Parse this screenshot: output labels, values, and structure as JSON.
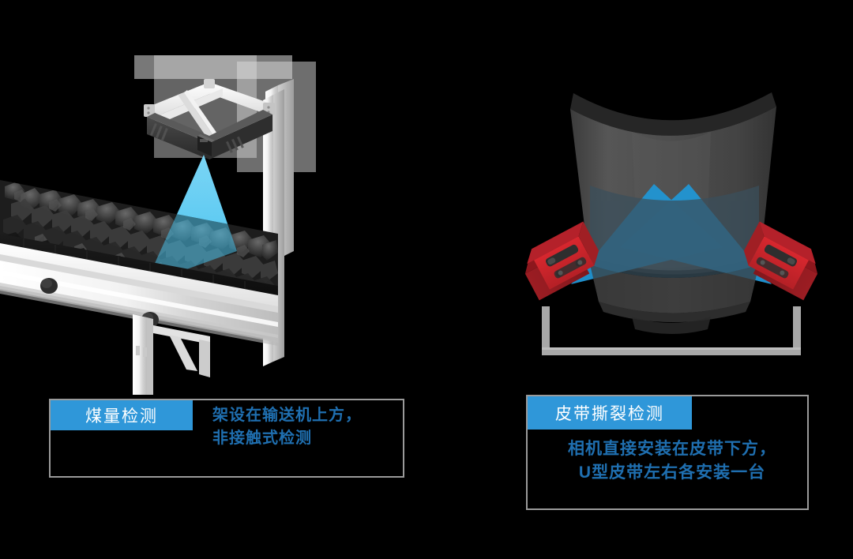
{
  "background_color": "#000000",
  "panels": [
    {
      "id": "coal-volume-detection",
      "scene_name": "conveyor-belt-with-overhead-laser-scanner",
      "caption": {
        "tag_label": "煤量检测",
        "tag_color": "#2f97d9",
        "tag_text_color": "#ffffff",
        "body_text": "架设在输送机上方，\n非接触式检测",
        "body_text_color": "#1f6fb0",
        "border_color": "#9a9a9a"
      },
      "elements": {
        "laser_fan_color": "#4ec5f0",
        "frame_color": "#e8e8e8",
        "scanner_color": "#3a3a3a",
        "coal_color": "#2b2b2b"
      }
    },
    {
      "id": "belt-tear-detection",
      "scene_name": "u-shaped-belt-with-two-upward-cameras",
      "caption": {
        "tag_label": "皮带撕裂检测",
        "tag_color": "#2f97d9",
        "tag_text_color": "#ffffff",
        "body_text": "相机直接安装在皮带下方，\nU型皮带左右各安装一台",
        "body_text_color": "#1f6fb0",
        "border_color": "#9a9a9a"
      },
      "elements": {
        "belt_color": "#4a4a4a",
        "camera_color": "#cc2229",
        "camera_shadow_color": "#9c1d23",
        "beam_color": "#2196d4",
        "bracket_color": "#a8a8a8"
      }
    }
  ]
}
